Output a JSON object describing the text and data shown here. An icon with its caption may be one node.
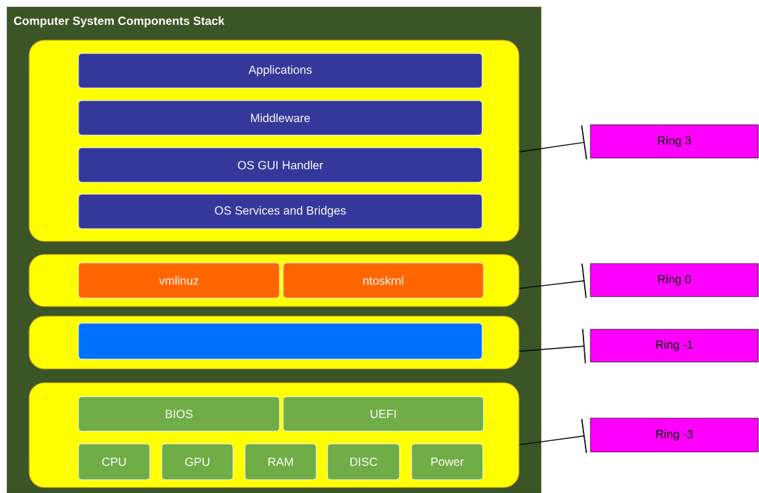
{
  "diagram": {
    "nodes": [
      {
        "text": [
          "Computer System Components Stack"
        ]
      },
      {
        "text": [],
        "shape": "box",
        "in": 0
      },
      {
        "text": [
          "Applications"
        ],
        "in": 1
      },
      {
        "text": [
          "Middleware"
        ],
        "in": 1
      },
      {
        "text": [
          "OS GUI Handler"
        ],
        "in": 1
      },
      {
        "text": [
          "OS Services and Bridges"
        ],
        "in": 1
      },
      {
        "text": [],
        "shape": "box",
        "in": 0
      },
      {
        "text": [
          "vmlinuz"
        ],
        "in": 6
      },
      {
        "text": [
          "ntoskrnl"
        ],
        "in": 6
      },
      {
        "text": [],
        "shape": "box",
        "in": 0
      },
      {
        "text": [],
        "shape": "box",
        "in": 9
      },
      {
        "text": [],
        "shape": "box",
        "in": 0
      },
      {
        "text": [
          "BIOS"
        ],
        "in": 11
      },
      {
        "text": [
          "UEFI"
        ],
        "in": 11
      },
      {
        "text": [
          "CPU"
        ],
        "in": 11
      },
      {
        "text": [
          "GPU"
        ],
        "in": 11
      },
      {
        "text": [
          "RAM"
        ],
        "in": 11
      },
      {
        "text": [
          "DISC"
        ],
        "in": 11
      },
      {
        "text": [
          "Power"
        ],
        "in": 11
      },
      {
        "text": [
          "Ring 3"
        ]
      },
      {
        "text": [
          "Ring 0"
        ]
      },
      {
        "text": [
          "Ring -1"
        ]
      },
      {
        "text": [
          "Ring -3"
        ]
      }
    ],
    "edges": [
      {
        "from": 1,
        "to": 19,
        "arrow": "other"
      },
      {
        "from": 6,
        "to": 20,
        "arrow": "other"
      },
      {
        "from": 9,
        "to": 21,
        "arrow": "other"
      },
      {
        "from": 11,
        "to": 22,
        "arrow": "other"
      }
    ]
  }
}
